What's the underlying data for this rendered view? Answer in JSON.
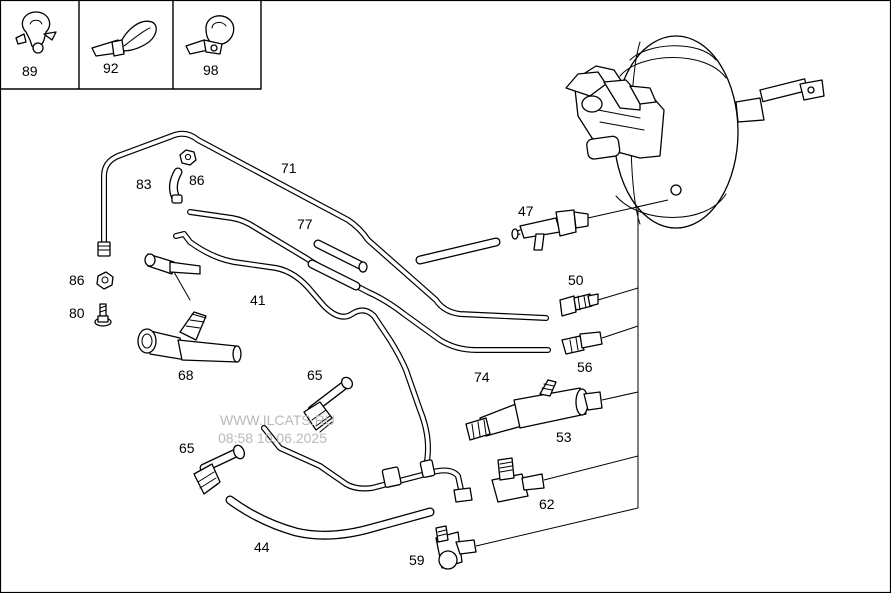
{
  "inset_labels": {
    "clip_89": "89",
    "strap_92": "92",
    "clamp_98": "98"
  },
  "callouts": {
    "p71": "71",
    "p83": "83",
    "p86_top": "86",
    "p77": "77",
    "p86_left": "86",
    "p41": "41",
    "p80": "80",
    "p68": "68",
    "p74": "74",
    "p47": "47",
    "p50": "50",
    "p56": "56",
    "p53": "53",
    "p65_upper": "65",
    "p65_lower": "65",
    "p62": "62",
    "p44": "44",
    "p59": "59"
  },
  "watermark": {
    "site": "WWW.ILCATS.RU",
    "timestamp": "08:58 10.06.2025"
  }
}
